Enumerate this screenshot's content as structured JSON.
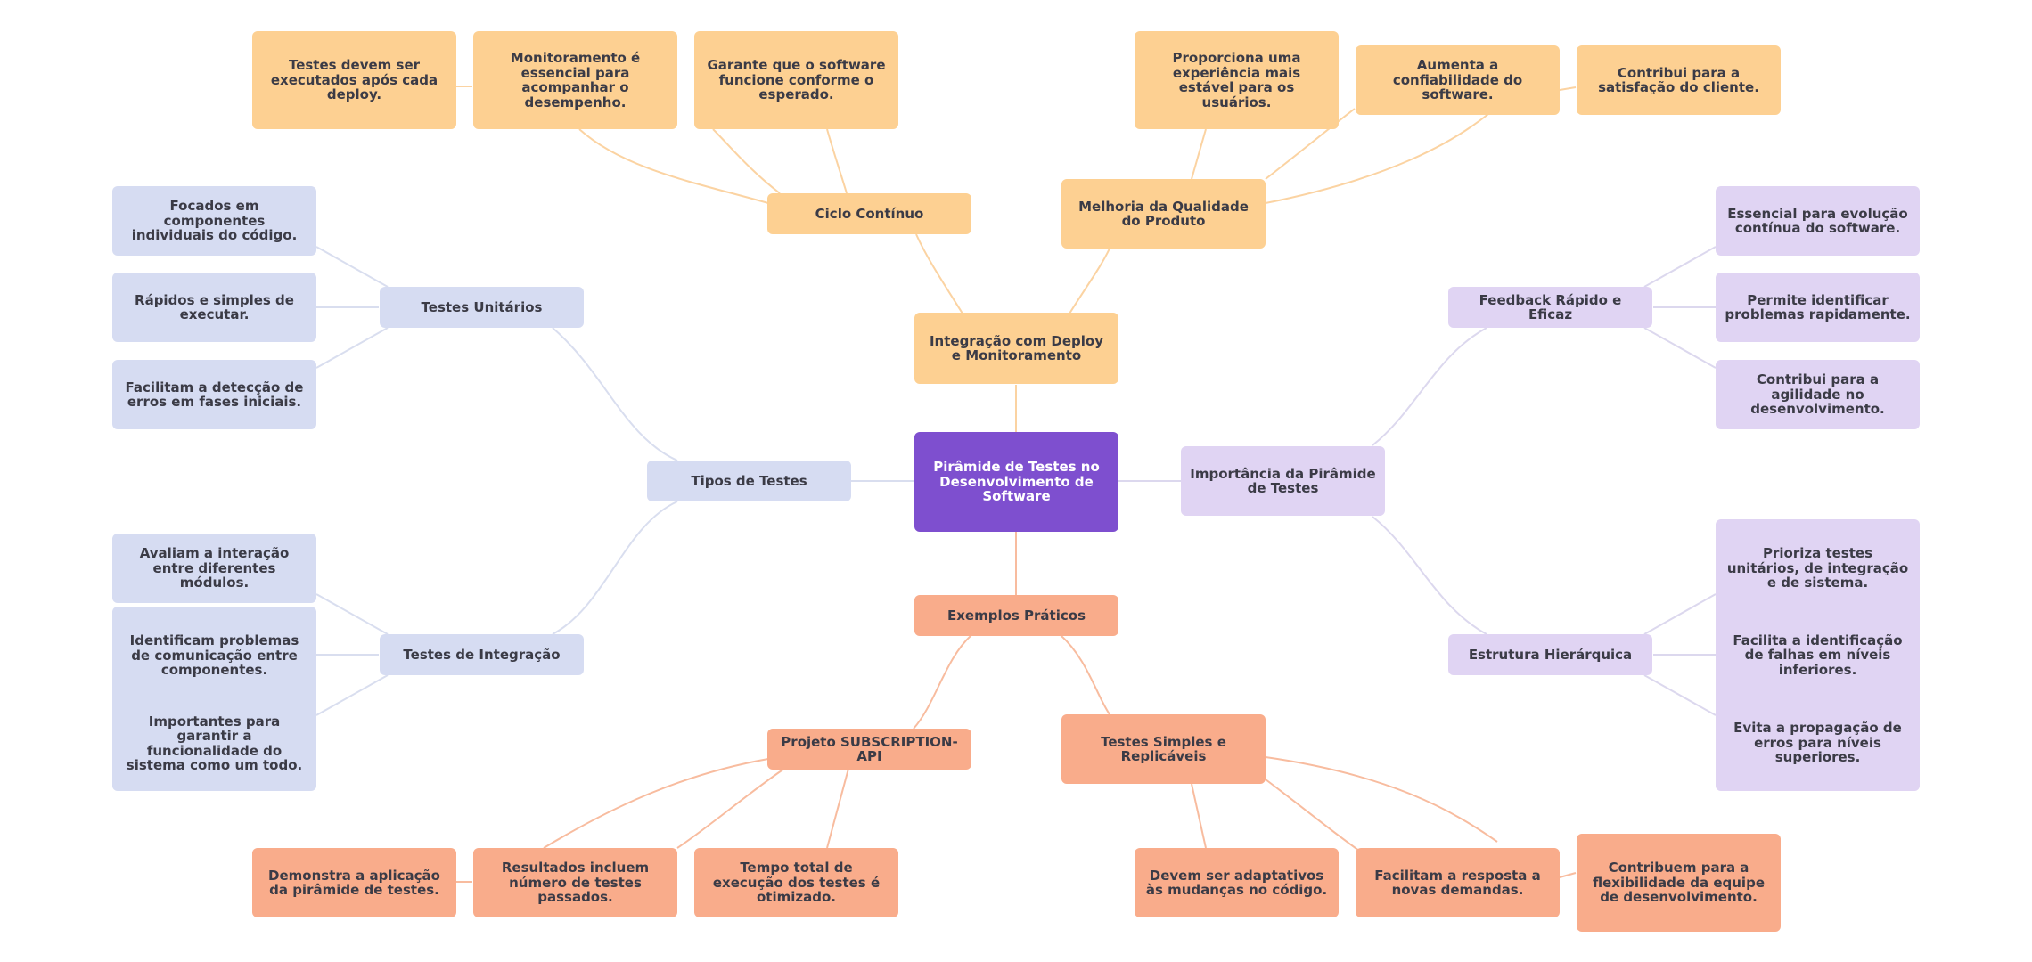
{
  "center": {
    "label": "Pirâmide de Testes no Desenvolvimento de Software",
    "color": "#7e4fcf"
  },
  "colors": {
    "deploy": "#fdd092",
    "deploy_edge": "#fbd3a2",
    "examples": "#f9ac8b",
    "examples_edge": "#f8bc9f",
    "types": "#d6dcf2",
    "types_edge": "#d9deef",
    "importance": "#e0d4f3",
    "importance_edge": "#dcd8ee"
  },
  "deploy": {
    "label": "Integração com Deploy e Monitoramento",
    "ciclo": {
      "label": "Ciclo Contínuo",
      "leaves": [
        "Testes devem ser executados após cada deploy.",
        "Monitoramento é essencial para acompanhar o desempenho.",
        "Garante que o software funcione conforme o esperado."
      ]
    },
    "melhoria": {
      "label": "Melhoria da Qualidade do Produto",
      "leaves": [
        "Proporciona uma experiência mais estável para os usuários.",
        "Aumenta a confiabilidade do software.",
        "Contribui para a satisfação do cliente."
      ]
    }
  },
  "types": {
    "label": "Tipos de Testes",
    "unit": {
      "label": "Testes Unitários",
      "leaves": [
        "Focados em componentes individuais do código.",
        "Rápidos e simples de executar.",
        "Facilitam a detecção de erros em fases iniciais."
      ]
    },
    "integration": {
      "label": "Testes de Integração",
      "leaves": [
        "Avaliam a interação entre diferentes módulos.",
        "Identificam problemas de comunicação entre componentes.",
        "Importantes para garantir a funcionalidade do sistema como um todo."
      ]
    }
  },
  "importance": {
    "label": "Importância da Pirâmide de Testes",
    "feedback": {
      "label": "Feedback Rápido e Eficaz",
      "leaves": [
        "Essencial para evolução contínua do software.",
        "Permite identificar problemas rapidamente.",
        "Contribui para a agilidade no desenvolvimento."
      ]
    },
    "structure": {
      "label": "Estrutura Hierárquica",
      "leaves": [
        "Prioriza testes unitários, de integração e de sistema.",
        "Facilita a identificação de falhas em níveis inferiores.",
        "Evita a propagação de erros para níveis superiores."
      ]
    }
  },
  "examples": {
    "label": "Exemplos Práticos",
    "project": {
      "label": "Projeto SUBSCRIPTION-API",
      "leaves": [
        "Demonstra a aplicação da pirâmide de testes.",
        "Resultados incluem número de testes passados.",
        "Tempo total de execução dos testes é otimizado."
      ]
    },
    "simple": {
      "label": "Testes Simples e Replicáveis",
      "leaves": [
        "Devem ser adaptativos às mudanças no código.",
        "Facilitam a resposta a novas demandas.",
        "Contribuem para a flexibilidade da equipe de desenvolvimento."
      ]
    }
  }
}
